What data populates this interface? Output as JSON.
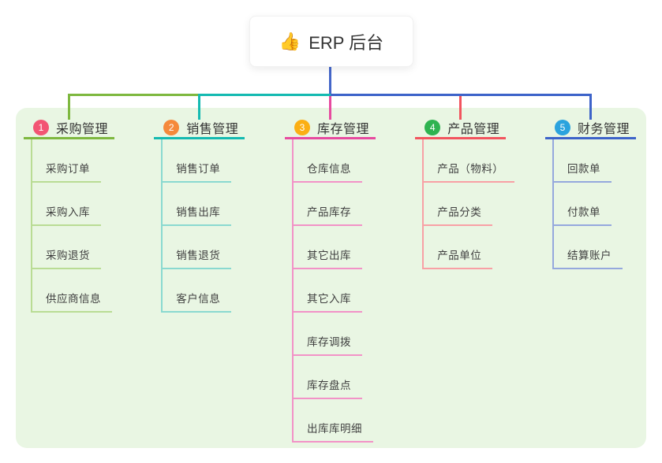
{
  "root": {
    "icon": "👍",
    "label": "ERP 后台"
  },
  "colors": {
    "connector_blue": "#4466c9",
    "panel_background": "#e9f6e3",
    "text": "#383838"
  },
  "branches": [
    {
      "number": "1",
      "label": "采购管理",
      "badge_color": "#f25573",
      "line_color": "#7eb83f",
      "child_line_color": "#b9dc94",
      "children": [
        "采购订单",
        "采购入库",
        "采购退货",
        "供应商信息"
      ]
    },
    {
      "number": "2",
      "label": "销售管理",
      "badge_color": "#f5893b",
      "line_color": "#14bab1",
      "child_line_color": "#8ad9d0",
      "children": [
        "销售订单",
        "销售出库",
        "销售退货",
        "客户信息"
      ]
    },
    {
      "number": "3",
      "label": "库存管理",
      "badge_color": "#fbaf14",
      "line_color": "#e74a9f",
      "child_line_color": "#f292c7",
      "children": [
        "仓库信息",
        "产品库存",
        "其它出库",
        "其它入库",
        "库存调拨",
        "库存盘点",
        "出库库明细"
      ]
    },
    {
      "number": "4",
      "label": "产品管理",
      "badge_color": "#2fb350",
      "line_color": "#f2545e",
      "child_line_color": "#f8a0a5",
      "children": [
        "产品（物料）",
        "产品分类",
        "产品单位"
      ]
    },
    {
      "number": "5",
      "label": "财务管理",
      "badge_color": "#2ba3de",
      "line_color": "#3d63c9",
      "child_line_color": "#95a8dd",
      "children": [
        "回款单",
        "付款单",
        "结算账户"
      ]
    }
  ]
}
